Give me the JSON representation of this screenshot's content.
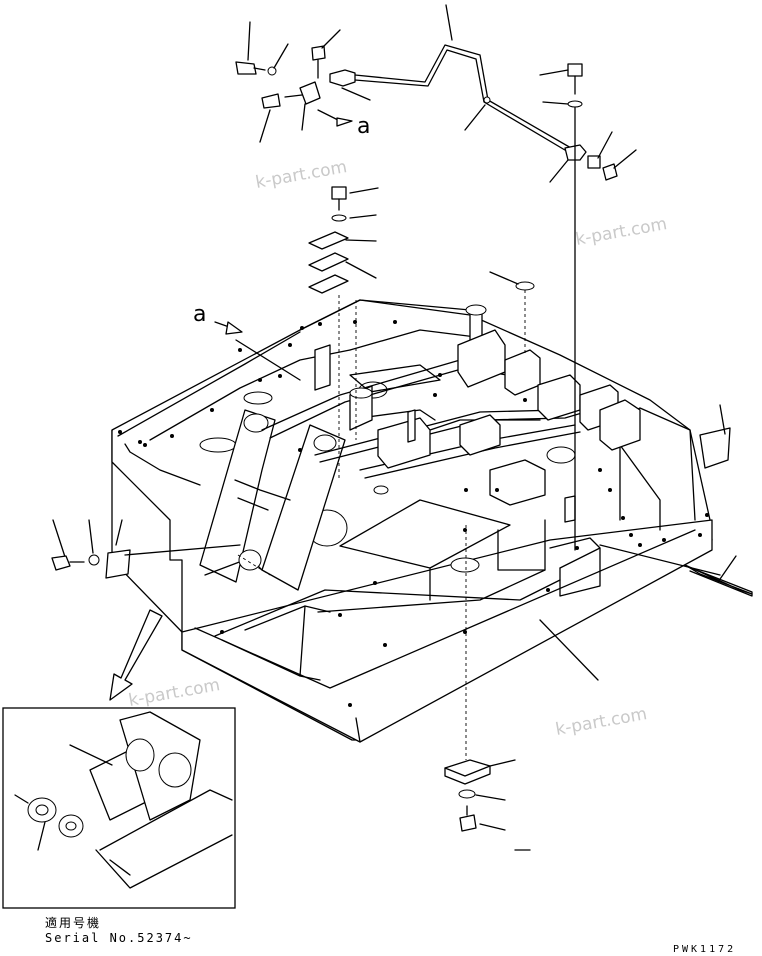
{
  "watermarks": [
    "k-part.com",
    "k-part.com",
    "k-part.com",
    "k-part.com"
  ],
  "view_labels": {
    "top": "a",
    "left": "a"
  },
  "inset": {
    "applicability_label": "適用号機",
    "serial_label": "Serial No.52374~"
  },
  "drawing_code": "PWK1172"
}
